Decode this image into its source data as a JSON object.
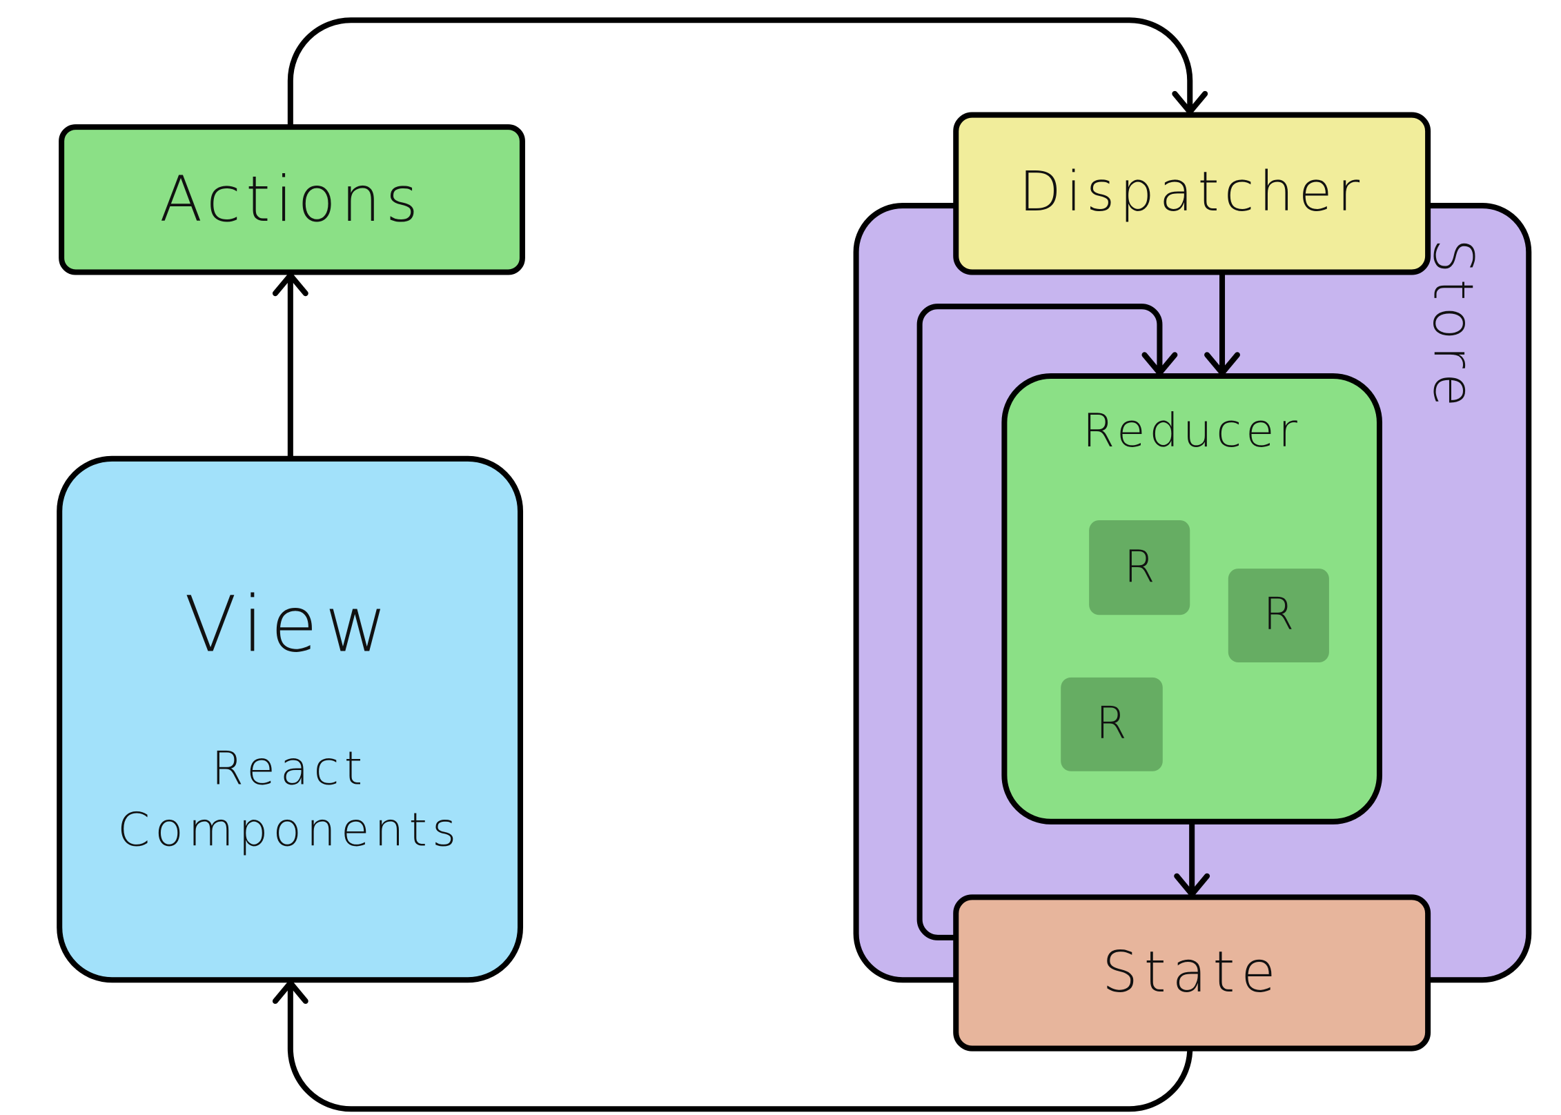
{
  "nodes": {
    "actions": {
      "label": "Actions"
    },
    "view": {
      "title": "View",
      "subtitle_line1": "React",
      "subtitle_line2": "Components"
    },
    "store": {
      "label": "Store"
    },
    "dispatcher": {
      "label": "Dispatcher"
    },
    "reducer": {
      "label": "Reducer",
      "sub_reducers": [
        "R",
        "R",
        "R"
      ]
    },
    "state": {
      "label": "State"
    }
  },
  "colors": {
    "actions": "#8be086",
    "view": "#a2e1fa",
    "store": "#c7b5ef",
    "dispatcher": "#f1ed9b",
    "reducer": "#8be086",
    "sub_reducer": "#66ad63",
    "state": "#e7b59c",
    "stroke": "#000000"
  }
}
